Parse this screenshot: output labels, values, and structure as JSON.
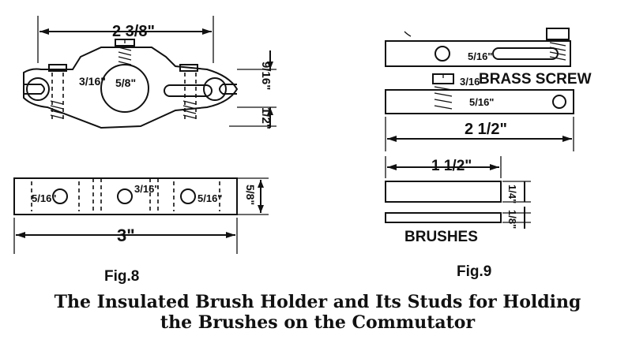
{
  "fig8": {
    "top_width": "2 3/8\"",
    "screw_size": "3/16\"",
    "hole_size": "5/8\"",
    "right_height": "9/16\"",
    "lower_height": "1/2\"",
    "mid_hole": "3/16\"",
    "left_hole": "5/16\"",
    "right_hole": "5/16\"",
    "bottom_height": "5/8\"",
    "length": "3\"",
    "label": "Fig.8"
  },
  "fig9": {
    "slot_size": "5/16\"",
    "screw_size": "3/16",
    "brass_screw": "BRASS SCREW",
    "stud_size": "5/16\"",
    "stud_length": "2 1/2\"",
    "brush_length": "1 1/2\"",
    "brush_height_1": "1/4\"",
    "brush_height_2": "1/8\"",
    "brushes": "BRUSHES",
    "label": "Fig.9"
  },
  "caption": {
    "line1": "The Insulated Brush Holder and Its Studs for Holding",
    "line2": "the Brushes on the Commutator"
  }
}
